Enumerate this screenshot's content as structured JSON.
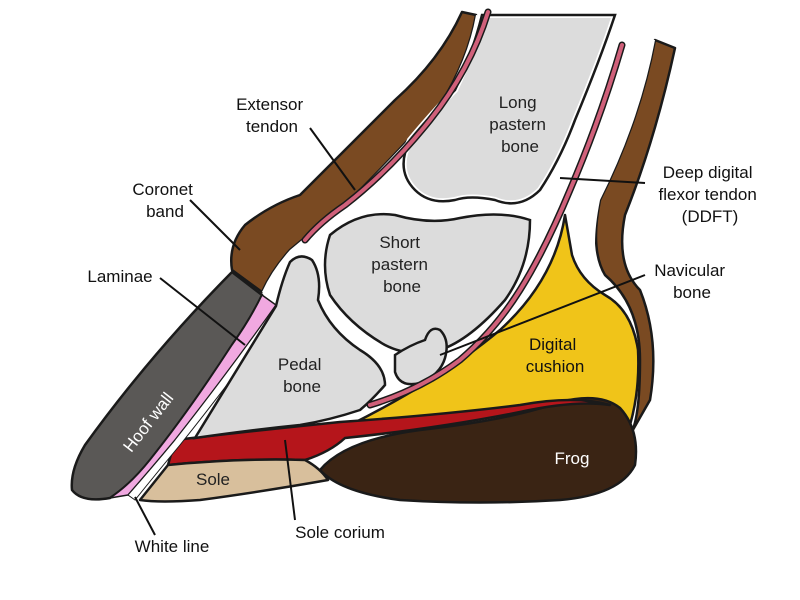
{
  "labels": {
    "extensor_tendon": [
      "Extensor",
      "tendon"
    ],
    "long_pastern_bone": [
      "Long",
      "pastern",
      "bone"
    ],
    "coronet_band": [
      "Coronet",
      "band"
    ],
    "deep_digital_flexor_tendon": [
      "Deep digital",
      "flexor tendon",
      "(DDFT)"
    ],
    "short_pastern_bone": [
      "Short",
      "pastern",
      "bone"
    ],
    "laminae": "Laminae",
    "navicular_bone": [
      "Navicular",
      "bone"
    ],
    "digital_cushion": [
      "Digital",
      "cushion"
    ],
    "pedal_bone": [
      "Pedal",
      "bone"
    ],
    "hoof_wall": "Hoof wall",
    "frog": "Frog",
    "sole": "Sole",
    "sole_corium": "Sole corium",
    "white_line": "White line"
  },
  "colors": {
    "bone": "#dcdcdc",
    "hoof_wall": "#5a5856",
    "skin": "#7a4a22",
    "tendon": "#d0607a",
    "laminae": "#f0a8e0",
    "digital_cushion": "#f0c419",
    "frog": "#3a2414",
    "sole": "#d8bf9c",
    "sole_corium": "#b5151b"
  }
}
